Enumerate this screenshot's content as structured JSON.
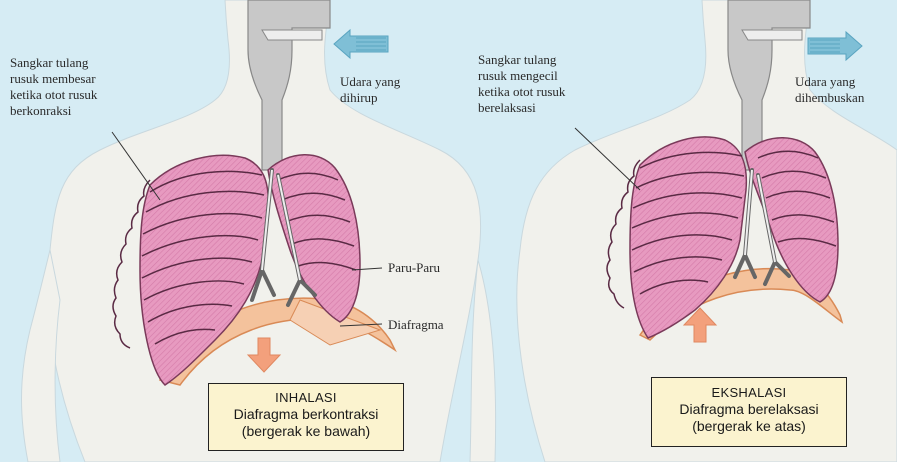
{
  "left_panel": {
    "rib_label": "Sangkar tulang\nrusuk membesar\nketika otot rusuk\nberkonraksi",
    "air_label": "Udara yang\ndihirup",
    "lung_label": "Paru-Paru",
    "diaphragm_label": "Diafragma",
    "caption": {
      "title": "INHALASI",
      "line1": "Diafragma berkontraksi",
      "line2": "(bergerak ke bawah)"
    }
  },
  "right_panel": {
    "rib_label": "Sangkar tulang\nrusuk mengecil\nketika otot rusuk\nberelaksasi",
    "air_label": "Udara yang\ndihembuskan",
    "caption": {
      "title": "EKSHALASI",
      "line1": "Diafragma berelaksasi",
      "line2": "(bergerak ke atas)"
    }
  },
  "colors": {
    "background": "#d6ecf4",
    "body": "#f1f1ec",
    "lung": "#e79ac0",
    "diaphragm": "#f4c29c",
    "arrow_air": "#7fbfd6",
    "arrow_diaphragm": "#f3a07c",
    "caption_fill": "#fbf3cf"
  }
}
